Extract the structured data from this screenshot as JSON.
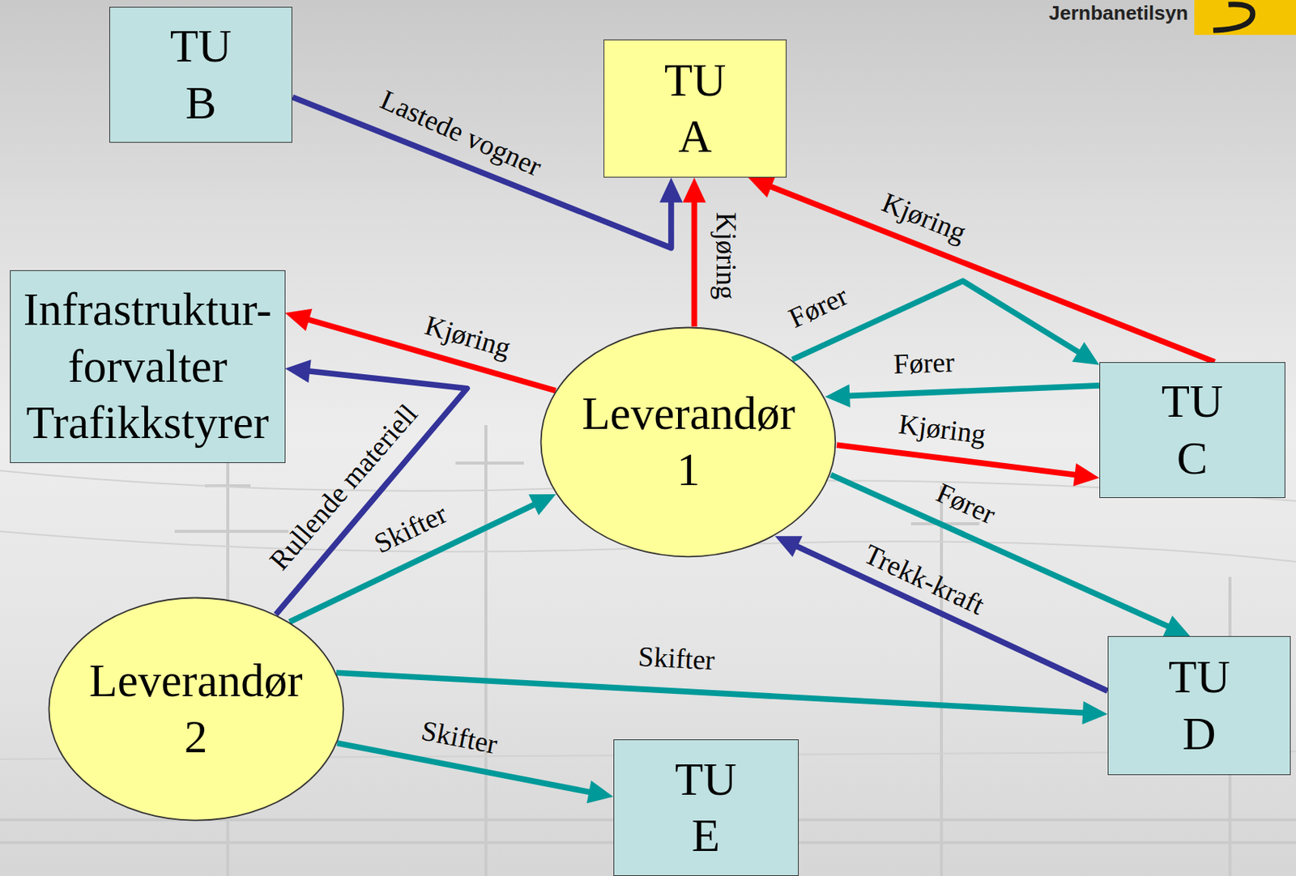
{
  "diagram": {
    "nodes": [
      {
        "text": [
          "TU B"
        ]
      },
      {
        "text": [
          "TU A"
        ]
      },
      {
        "text": [
          "Infrastruktur- forvalter Trafikkstyrer"
        ]
      },
      {
        "text": [
          "Leverandør 1"
        ]
      },
      {
        "text": [
          "TU C"
        ]
      },
      {
        "text": [
          "Leverandør 2"
        ]
      },
      {
        "text": [
          "TU D"
        ]
      },
      {
        "text": [
          "TU E"
        ]
      }
    ],
    "edges": [
      {
        "from": 0,
        "to": 1,
        "label": "Lastede vogner",
        "arrow": "to"
      },
      {
        "from": 3,
        "to": 1,
        "label": "Kjøring",
        "arrow": "to"
      },
      {
        "from": 3,
        "to": 2,
        "label": "Kjøring",
        "arrow": "to"
      },
      {
        "from": 4,
        "to": 1,
        "label": "Kjøring",
        "arrow": "to"
      },
      {
        "from": 3,
        "to": 4,
        "label": "Fører",
        "arrow": "to"
      },
      {
        "from": 4,
        "to": 3,
        "label": "Fører",
        "arrow": "to"
      },
      {
        "from": 3,
        "to": 4,
        "label": "Kjøring",
        "arrow": "to"
      },
      {
        "from": 3,
        "to": 6,
        "label": "Fører",
        "arrow": "to"
      },
      {
        "from": 6,
        "to": 3,
        "label": "Trekk-kraft",
        "arrow": "to"
      },
      {
        "from": 5,
        "to": 2,
        "label": "Rullende materiell",
        "arrow": "to"
      },
      {
        "from": 5,
        "to": 3,
        "label": "Skifter",
        "arrow": "to"
      },
      {
        "from": 5,
        "to": 6,
        "label": "Skifter",
        "arrow": "to"
      },
      {
        "from": 5,
        "to": 7,
        "label": "Skifter",
        "arrow": "to"
      }
    ],
    "labels": [
      "Jernbanetilsyn"
    ]
  }
}
